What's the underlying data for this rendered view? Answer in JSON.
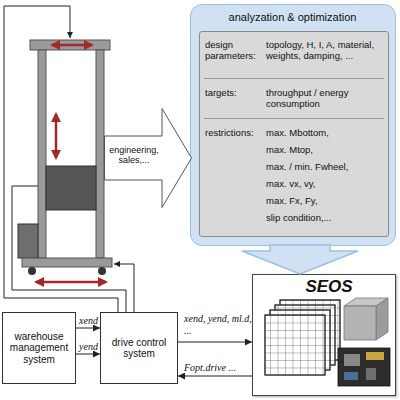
{
  "diagram": {
    "nodes": [
      {
        "text": [
          "analyzation & optimization"
        ]
      },
      {
        "text": [
          "design parameters:",
          "topology, H, I, A, material, weights, damping, ...",
          "targets:",
          "throughput / energy consumption",
          "restrictions:",
          "max. Mbottom,",
          "max. Mtop,",
          "max. / min. Fwheel,",
          "max. vx, vy,",
          "max. Fx, Fy,",
          "slip condition,..."
        ],
        "in": 0
      },
      {
        "text": [
          "engineering, sales,..."
        ]
      },
      {
        "text": [
          "warehouse management system"
        ]
      },
      {
        "text": [
          "drive control system"
        ]
      },
      {
        "text": [
          "SEOS"
        ]
      }
    ],
    "edges": [
      {
        "from": 3,
        "to": 4,
        "arrow": "to",
        "label": "xend"
      },
      {
        "from": 3,
        "to": 4,
        "arrow": "to",
        "label": "yend"
      },
      {
        "from": 4,
        "to": 5,
        "arrow": "to",
        "label": "xend, yend, ml.d, ..."
      },
      {
        "from": 5,
        "to": 4,
        "arrow": "to",
        "label": "Fopt.drive ..."
      },
      {
        "from": 0,
        "to": 5,
        "arrow": "to"
      }
    ]
  }
}
